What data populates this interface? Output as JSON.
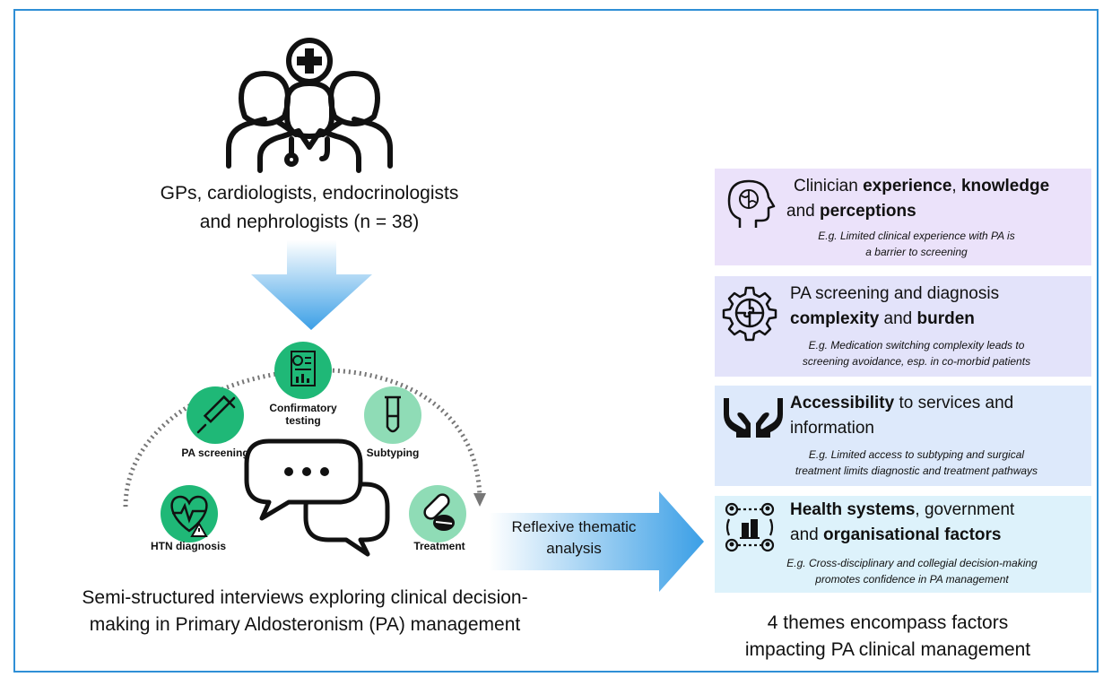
{
  "clinicians": {
    "line1": "GPs, cardiologists, endocrinologists",
    "line2": "and nephrologists (n = 38)"
  },
  "stages": {
    "pa_screening": "PA screening",
    "confirmatory_1": "Confirmatory",
    "confirmatory_2": "testing",
    "subtyping": "Subtyping",
    "htn_diagnosis": "HTN diagnosis",
    "treatment": "Treatment"
  },
  "interviews": {
    "line1": "Semi-structured interviews exploring clinical decision-",
    "line2": "making in Primary Aldosteronism (PA) management"
  },
  "analysis": {
    "line1": "Reflexive thematic",
    "line2": "analysis"
  },
  "themes": [
    {
      "icon": "brain-head-icon",
      "color": "#ebe2fa",
      "t1a": "Clinician ",
      "t1b": "experience",
      "t1c": ", ",
      "t1d": "knowledge",
      "t2a": "and ",
      "t2b": "perceptions",
      "ex1": "E.g. Limited clinical experience with PA is",
      "ex2": "a barrier to screening"
    },
    {
      "icon": "gear-puzzle-icon",
      "color": "#e3e3fa",
      "t1a": "PA screening and diagnosis",
      "t2a": "complexity",
      "t2b": " and ",
      "t2c": "burden",
      "ex1": "E.g. Medication switching complexity leads to",
      "ex2": "screening avoidance, esp. in co-morbid patients"
    },
    {
      "icon": "caring-hands-icon",
      "color": "#dde9fb",
      "t1a": "Accessibility",
      "t1b": " to services and",
      "t2a": "information",
      "ex1": "E.g. Limited access to subtyping and surgical",
      "ex2": "treatment limits diagnostic and treatment pathways"
    },
    {
      "icon": "network-organisation-icon",
      "color": "#ddf2fb",
      "t1a": "Health systems",
      "t1b": ", government",
      "t2a": "and ",
      "t2b": "organisational factors",
      "ex1": "E.g. Cross-disciplinary and collegial decision-making",
      "ex2": "promotes confidence in PA management"
    }
  ],
  "summary": {
    "line1": "4 themes encompass factors",
    "line2": "impacting PA clinical management"
  },
  "colors": {
    "frame": "#2f8fd6",
    "stage_dark": "#1fb877",
    "stage_light": "#8fdcb6",
    "arrow": "#3b9fe6"
  }
}
